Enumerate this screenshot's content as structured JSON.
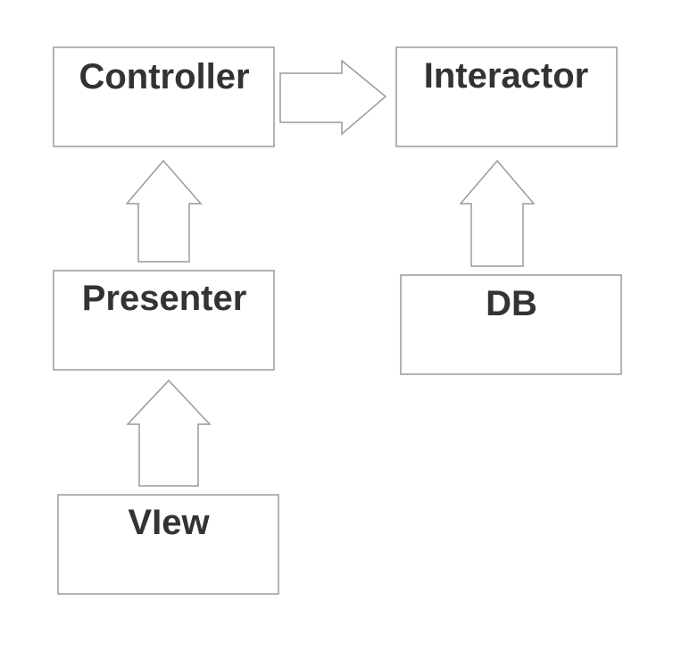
{
  "diagram": {
    "nodes": {
      "controller": {
        "label": "Controller"
      },
      "interactor": {
        "label": "Interactor"
      },
      "presenter": {
        "label": "Presenter"
      },
      "db": {
        "label": "DB"
      },
      "view": {
        "label": "VIew"
      }
    },
    "edges": [
      {
        "from": "controller",
        "to": "interactor"
      },
      {
        "from": "presenter",
        "to": "controller"
      },
      {
        "from": "view",
        "to": "presenter"
      },
      {
        "from": "db",
        "to": "interactor"
      }
    ],
    "colors": {
      "border": "#9a9a9a",
      "text": "#333333",
      "fill": "#ffffff"
    }
  }
}
